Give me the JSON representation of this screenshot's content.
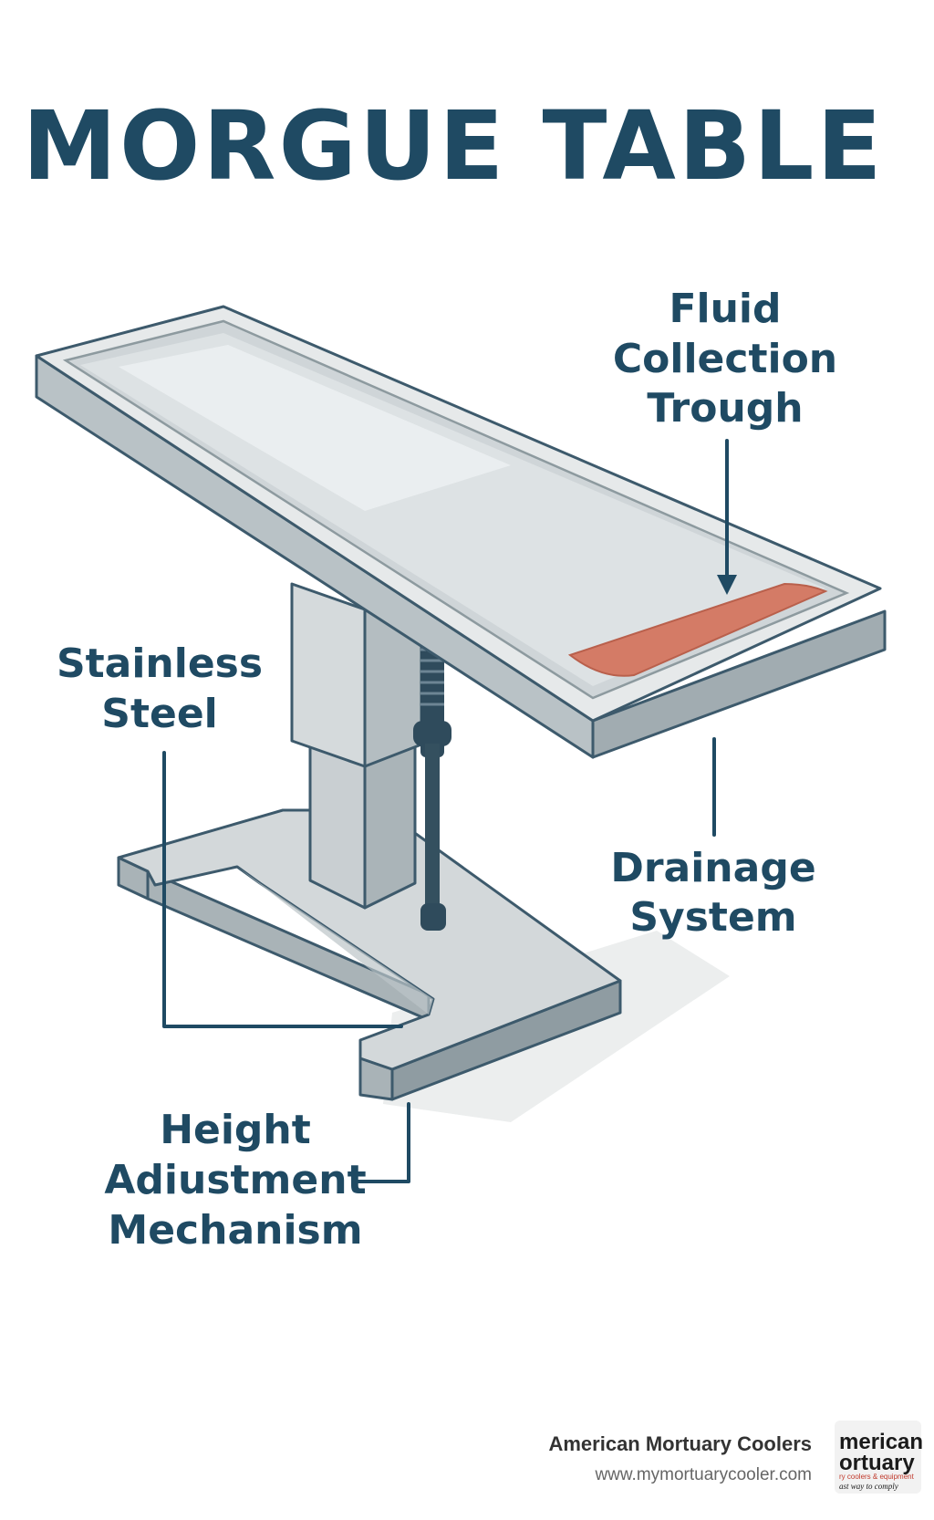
{
  "title": "MORGUE TABLE",
  "labels": {
    "fluid_collection": [
      "Fluid",
      "Collection",
      "Trough"
    ],
    "stainless_steel": [
      "Stainless",
      "Steel"
    ],
    "drainage_system": [
      "Drainage",
      "System"
    ],
    "height_adjustment": [
      "Height",
      "Adiustment",
      "Mechanism"
    ]
  },
  "footer": {
    "company": "American Mortuary Coolers",
    "url": "www.mymortuarycooler.com",
    "logo_line1": "merican",
    "logo_line2": "ortuary",
    "logo_line3": "ry coolers & equipment",
    "logo_line4": "ast way to comply"
  },
  "colors": {
    "accent": "#1f4a63",
    "steel_light": "#dfe3e4",
    "steel_mid": "#c5cccf",
    "steel_dark": "#9ea9ae",
    "trough": "#d47b66",
    "logo_red": "#c0392b"
  }
}
